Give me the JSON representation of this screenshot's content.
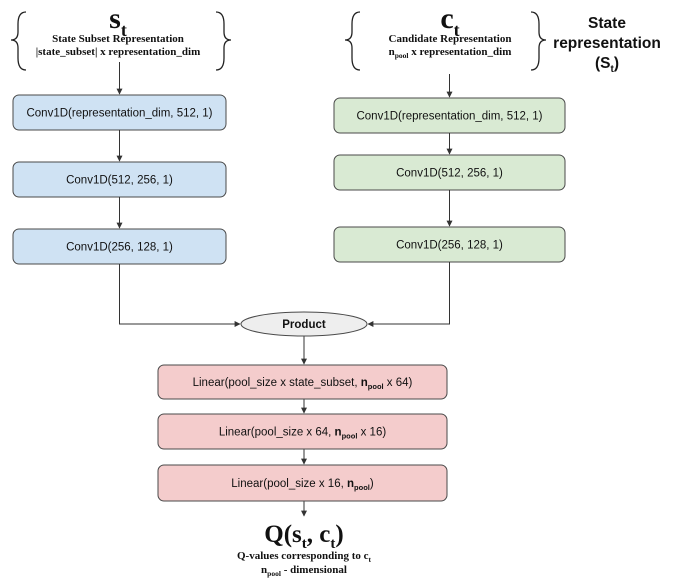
{
  "left_branch": {
    "symbol_base": "s",
    "symbol_sub": "t",
    "title": "State Subset Representation",
    "shape": "|state_subset| x representation_dim",
    "layers": [
      "Conv1D(representation_dim, 512, 1)",
      "Conv1D(512, 256, 1)",
      "Conv1D(256, 128, 1)"
    ]
  },
  "right_branch": {
    "symbol_base": "c",
    "symbol_sub": "t",
    "title": "Candidate Representation",
    "shape_prefix": "n",
    "shape_prefix_sub": "pool",
    "shape_suffix": " x representation_dim",
    "layers": [
      "Conv1D(representation_dim, 512, 1)",
      "Conv1D(512, 256, 1)",
      "Conv1D(256, 128, 1)"
    ]
  },
  "state_label": {
    "line1": "State",
    "line2": "representation",
    "line3_open": "(S",
    "line3_sub": "t",
    "line3_close": ")"
  },
  "product": {
    "label": "Product"
  },
  "linear_layers": [
    {
      "before": "Linear(pool_size x state_subset, ",
      "bold": "n",
      "sub": "pool",
      "after": " x 64)"
    },
    {
      "before": "Linear(pool_size x 64, ",
      "bold": "n",
      "sub": "pool",
      "after": " x 16)"
    },
    {
      "before": "Linear(pool_size x 16, ",
      "bold": "n",
      "sub": "pool",
      "after": ")"
    }
  ],
  "output": {
    "q": "Q(s",
    "q_sub1": "t",
    "q_mid": ", c",
    "q_sub2": "t",
    "q_close": ")",
    "caption1": "Q-values corresponding to c",
    "caption1_sub": "t",
    "caption2_prefix": "n",
    "caption2_sub": "pool",
    "caption2_suffix": " - dimensional"
  },
  "colors": {
    "blue_fill": "#cfe2f3",
    "blue_stroke": "#4a4a4a",
    "green_fill": "#d9ead3",
    "red_fill": "#f4cccc",
    "product_fill": "#eeeeee",
    "line": "#333333"
  }
}
